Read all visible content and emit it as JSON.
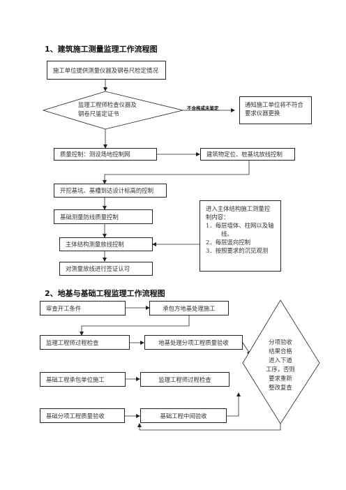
{
  "section1": {
    "title": "1、建筑施工测量监理工作流程图",
    "box_instrument": "施工单位提供测量仪器及钢卷尺检定情况",
    "diamond_line1": "监理工程师检查仪器及",
    "diamond_line2": "钢卷尺鉴定证书",
    "edge_fail_label": "不合格或未鉴定",
    "box_notify_line1": "通知施工单位将不符合",
    "box_notify_line2": "要求仪器更换",
    "box_quality": "质量控制：测设场地控制网",
    "box_building": "建筑物定位、桩基坑放线控制",
    "box_excavate": "开挖基坑、基槽到达设计标高的控制",
    "box_foundation": "基础测量防线质量控制",
    "box_main_structure": "主体结构测量放线控制",
    "box_signoff": "对测量放线进行签证认可",
    "box_content": {
      "line1": "进入主体结构施工测量控",
      "line2": "制内容：",
      "line3": "1．每层墙体、柱网以及轴",
      "line4": "线。",
      "line5": "2．每层竖向控制",
      "line6": "3．按照要求的沉见观测"
    }
  },
  "section2": {
    "title": "2、地基与基础工程监理工作流程图",
    "box_review": "审查开工条件",
    "box_contractor_treat": "承包方地基处理施工",
    "box_supervisor_check1": "监理工程师过程检查",
    "box_subitem_accept": "地基处理分项工程质量验收",
    "box_foundation_build": "基础工程承包单位施工",
    "box_supervisor_check2": "监理工程师过程检查",
    "box_subitem_quality": "基础分项工程质量验收",
    "box_mid_accept": "基础工程中间验收",
    "diamond_lines": [
      "分项验收",
      "结果合格",
      "进入下道",
      "工序，否则",
      "要求重新",
      "整改复查"
    ]
  }
}
